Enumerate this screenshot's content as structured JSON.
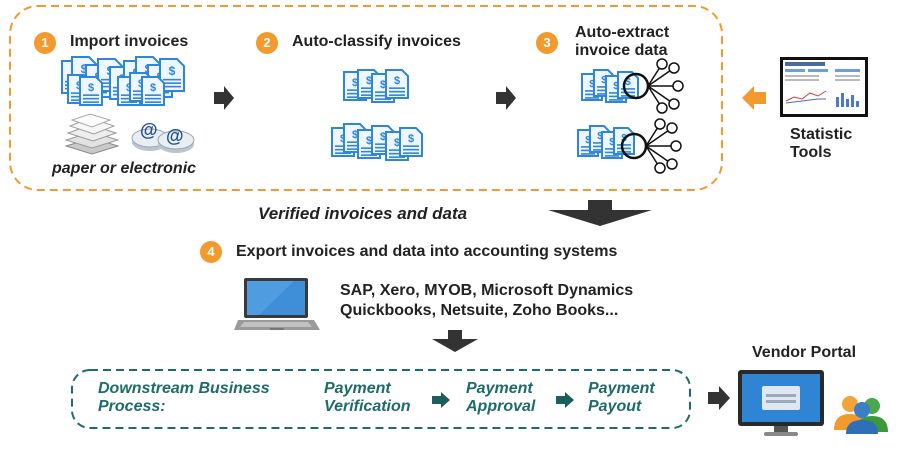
{
  "steps": [
    {
      "number": "1",
      "title": "Import invoices"
    },
    {
      "number": "2",
      "title": "Auto-classify invoices"
    },
    {
      "number": "3",
      "title": "Auto-extract\ninvoice data"
    },
    {
      "number": "4",
      "title": "Export invoices and data into accounting systems"
    }
  ],
  "import_caption": "paper or electronic",
  "email_symbol": "@",
  "invoice_symbol": "$",
  "statistic_tools": "Statistic\nTools",
  "verified_label": "Verified invoices and data",
  "accounting_systems_line1": "SAP, Xero, MYOB, Microsoft Dynamics",
  "accounting_systems_line2": "Quickbooks, Netsuite, Zoho Books...",
  "vendor_portal": "Vendor Portal",
  "downstream": {
    "label": "Downstream Business\nProcess:",
    "stages": [
      "Payment\nVerification",
      "Payment\nApproval",
      "Payment\nPayout"
    ]
  },
  "colors": {
    "accent_orange": "#f29a2e",
    "invoice_blue": "#2f86d6",
    "teal": "#1e6b6b",
    "teal_arrow": "#1a5e5e",
    "arrow_dark": "#333333"
  }
}
